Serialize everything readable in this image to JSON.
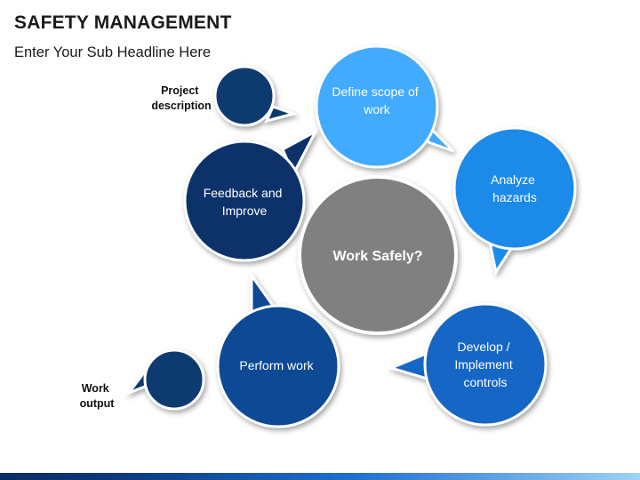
{
  "header": {
    "title": "SAFETY MANAGEMENT",
    "subtitle": "Enter Your Sub Headline Here"
  },
  "center": {
    "label": "Work Safely?"
  },
  "steps": [
    {
      "id": "define",
      "lines": [
        "Define scope of",
        "work"
      ],
      "color": "#42aaff"
    },
    {
      "id": "analyze",
      "lines": [
        "Analyze",
        "hazards"
      ],
      "color": "#1f8ae8"
    },
    {
      "id": "develop",
      "lines": [
        "Develop /",
        "Implement",
        "controls"
      ],
      "color": "#1766c6"
    },
    {
      "id": "perform",
      "lines": [
        "Perform  work"
      ],
      "color": "#0d4a95"
    },
    {
      "id": "feedback",
      "lines": [
        "Feedback and",
        "Improve"
      ],
      "color": "#0b336b"
    }
  ],
  "side_labels": {
    "project": [
      "Project",
      "description"
    ],
    "output": [
      "Work",
      "output"
    ]
  },
  "colors": {
    "center_fill": "#808080",
    "small_bubble": "#0b3a70",
    "outline": "#ffffff"
  }
}
